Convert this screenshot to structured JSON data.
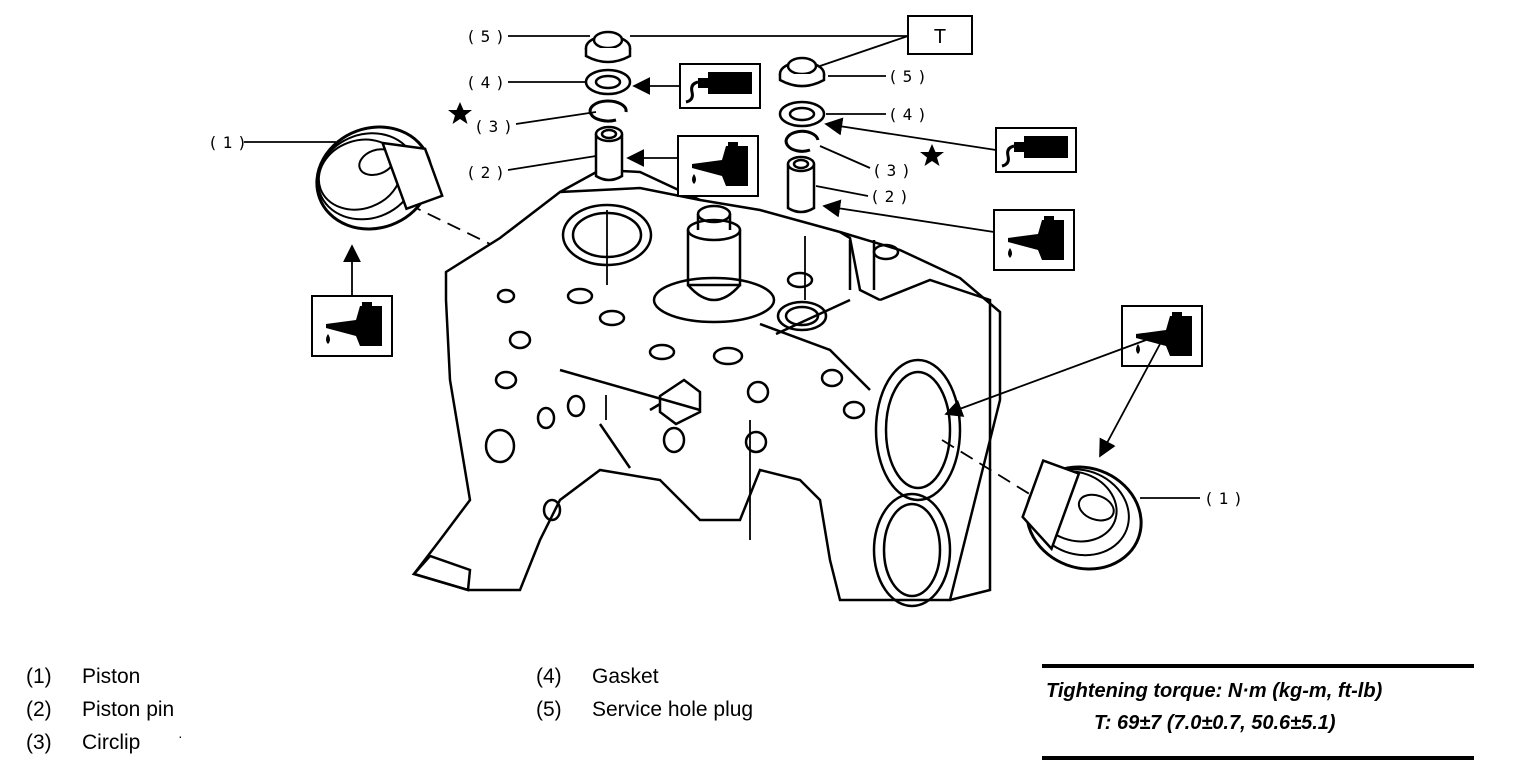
{
  "diagram": {
    "callouts": {
      "piston_left": "(1)",
      "piston_right": "(1)",
      "pin_left": "(2)",
      "pin_right": "(2)",
      "circlip_left": "(3)",
      "circlip_right": "(3)",
      "gasket_left": "(4)",
      "gasket_right": "(4)",
      "plug_left": "(5)",
      "plug_right": "(5)"
    },
    "torque_marker": "T",
    "star_symbol": "★"
  },
  "legend": {
    "col1": [
      {
        "num": "(1)",
        "label": "Piston"
      },
      {
        "num": "(2)",
        "label": "Piston pin"
      },
      {
        "num": "(3)",
        "label": "Circlip"
      }
    ],
    "col2": [
      {
        "num": "(4)",
        "label": "Gasket"
      },
      {
        "num": "(5)",
        "label": "Service hole plug"
      }
    ],
    "stray_mark": "·"
  },
  "torque": {
    "heading": "Tightening torque: N·m (kg-m, ft-lb)",
    "value": "T: 69±7 (7.0±0.7, 50.6±5.1)"
  },
  "icons": [
    "oil-can-icon",
    "grease-tube-icon",
    "star-icon",
    "piston-icon",
    "cylinder-block-icon"
  ]
}
